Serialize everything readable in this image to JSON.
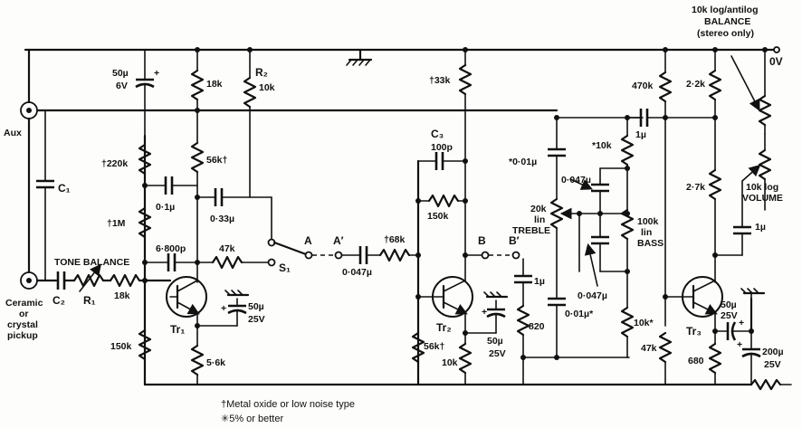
{
  "rails": {
    "zero_v": "0V"
  },
  "inputs": {
    "aux": "Aux",
    "ceramic_line1": "Ceramic",
    "ceramic_line2": "or",
    "ceramic_line3": "crystal",
    "ceramic_line4": "pickup"
  },
  "labels": {
    "tone_balance": "TONE BALANCE",
    "treble_line1": "20k",
    "treble_line2": "lin",
    "treble_line3": "TREBLE",
    "bass_line1": "100k",
    "bass_line2": "lin",
    "bass_line3": "BASS",
    "balance_line1": "10k log/antilog",
    "balance_line2": "BALANCE",
    "balance_line3": "(stereo only)",
    "volume_line1": "10k log",
    "volume_line2": "VOLUME"
  },
  "components": {
    "c1": "C₁",
    "c2": "C₂",
    "c3": "C₃",
    "c3_val": "100p",
    "r1": "R₁",
    "r2": "R₂",
    "r2_val": "10k",
    "tr1": "Tr₁",
    "tr2": "Tr₂",
    "tr3": "Tr₃",
    "s1": "S₁"
  },
  "values": {
    "c_50u_6v_a": "50µ",
    "c_50u_6v_b": "6V",
    "r_18k_top": "18k",
    "r_220k": "†220k",
    "r_56k": "56k†",
    "c_01u": "0·1µ",
    "c_033u": "0·33µ",
    "r_1m": "†1M",
    "c_6800p": "6·800p",
    "r_47k_fb": "47k",
    "r_18k_in": "18k",
    "c_50u_25v_1a": "50µ",
    "c_50u_25v_1b": "25V",
    "r_150k_left": "150k",
    "r_56k_bot": "5·6k",
    "r_33k": "†33k",
    "r_150k_mid": "150k",
    "c_0047u": "0·047µ",
    "r_68k": "†68k",
    "r_56k_tr2": "56k†",
    "r_10k_tr2": "10k",
    "c_50u_25v_2a": "50µ",
    "c_50u_25v_2b": "25V",
    "c_1u_b": "1µ",
    "r_820": "820",
    "c_001u_top": "*0·01µ",
    "c_0047u_tone_top": "0·047µ",
    "r_10k_tone_top": "*10k",
    "c_1u_tone": "1µ",
    "c_001u_bot": "0·01µ*",
    "c_0047u_tone_bot": "0·047µ",
    "r_10k_tone_bot": "10k*",
    "r_470k": "470k",
    "r_22k": "2·2k",
    "r_27k": "2·7k",
    "c_1u_vol": "1µ",
    "r_47k_tr3": "47k",
    "r_680": "680",
    "c_50u_25v_3a": "50µ",
    "c_50u_25v_3b": "25V",
    "c_200u_a": "200µ",
    "c_200u_b": "25V"
  },
  "switch_points": {
    "a": "A",
    "a_prime": "A′",
    "b": "B",
    "b_prime": "B′"
  },
  "notes": {
    "metal_oxide": "†Metal oxide or low noise type",
    "tolerance": "✳5% or better"
  }
}
